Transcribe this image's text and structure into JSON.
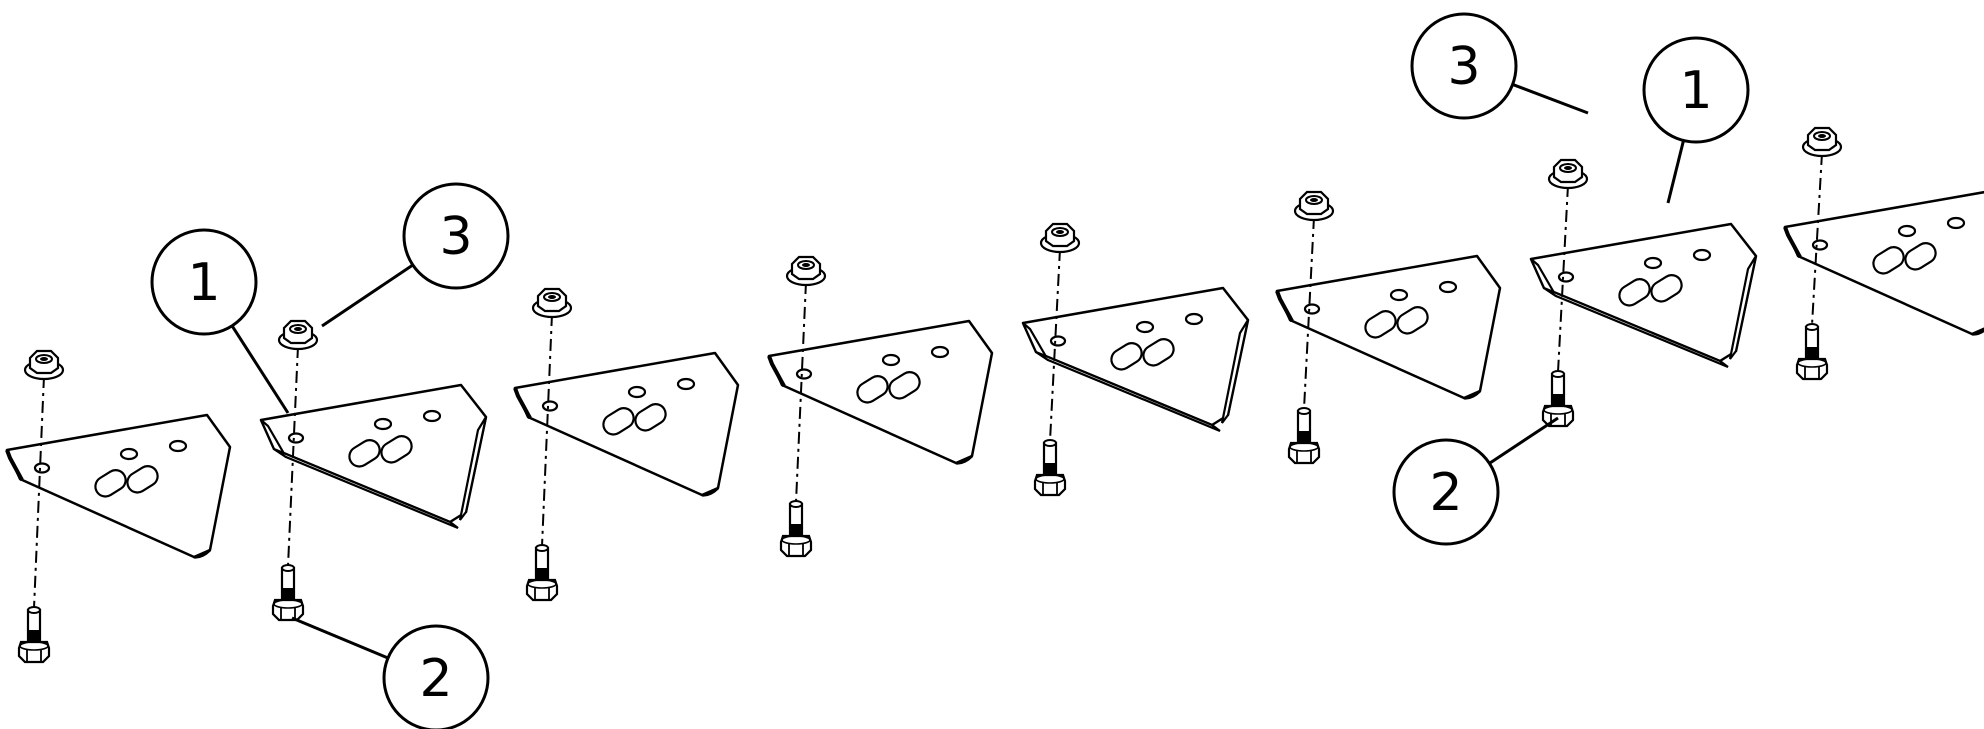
{
  "diagram": {
    "callouts": [
      {
        "number": "1"
      },
      {
        "number": "3"
      },
      {
        "number": "2"
      },
      {
        "number": "3"
      },
      {
        "number": "1"
      },
      {
        "number": "2"
      }
    ],
    "assemblies": [
      {
        "variant": "flat"
      },
      {
        "variant": "bent"
      },
      {
        "variant": "flat"
      },
      {
        "variant": "flat"
      },
      {
        "variant": "bent"
      },
      {
        "variant": "flat"
      },
      {
        "variant": "bent"
      },
      {
        "variant": "flat"
      }
    ],
    "colors": {
      "line": "#000000",
      "fill": "#ffffff"
    }
  }
}
